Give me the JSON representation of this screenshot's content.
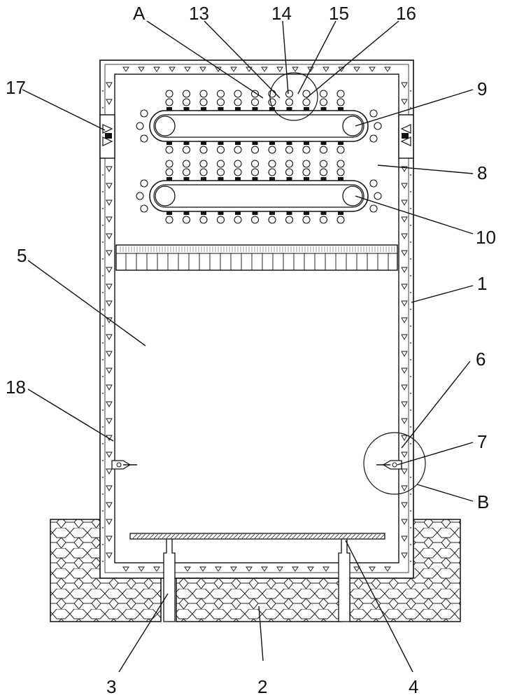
{
  "labels": {
    "A": "A",
    "n13": "13",
    "n14": "14",
    "n15": "15",
    "n16": "16",
    "n17": "17",
    "n9": "9",
    "n8": "8",
    "n10": "10",
    "n5": "5",
    "n1": "1",
    "n6": "6",
    "n18": "18",
    "n7": "7",
    "B": "B",
    "n3": "3",
    "n2": "2",
    "n4": "4"
  }
}
